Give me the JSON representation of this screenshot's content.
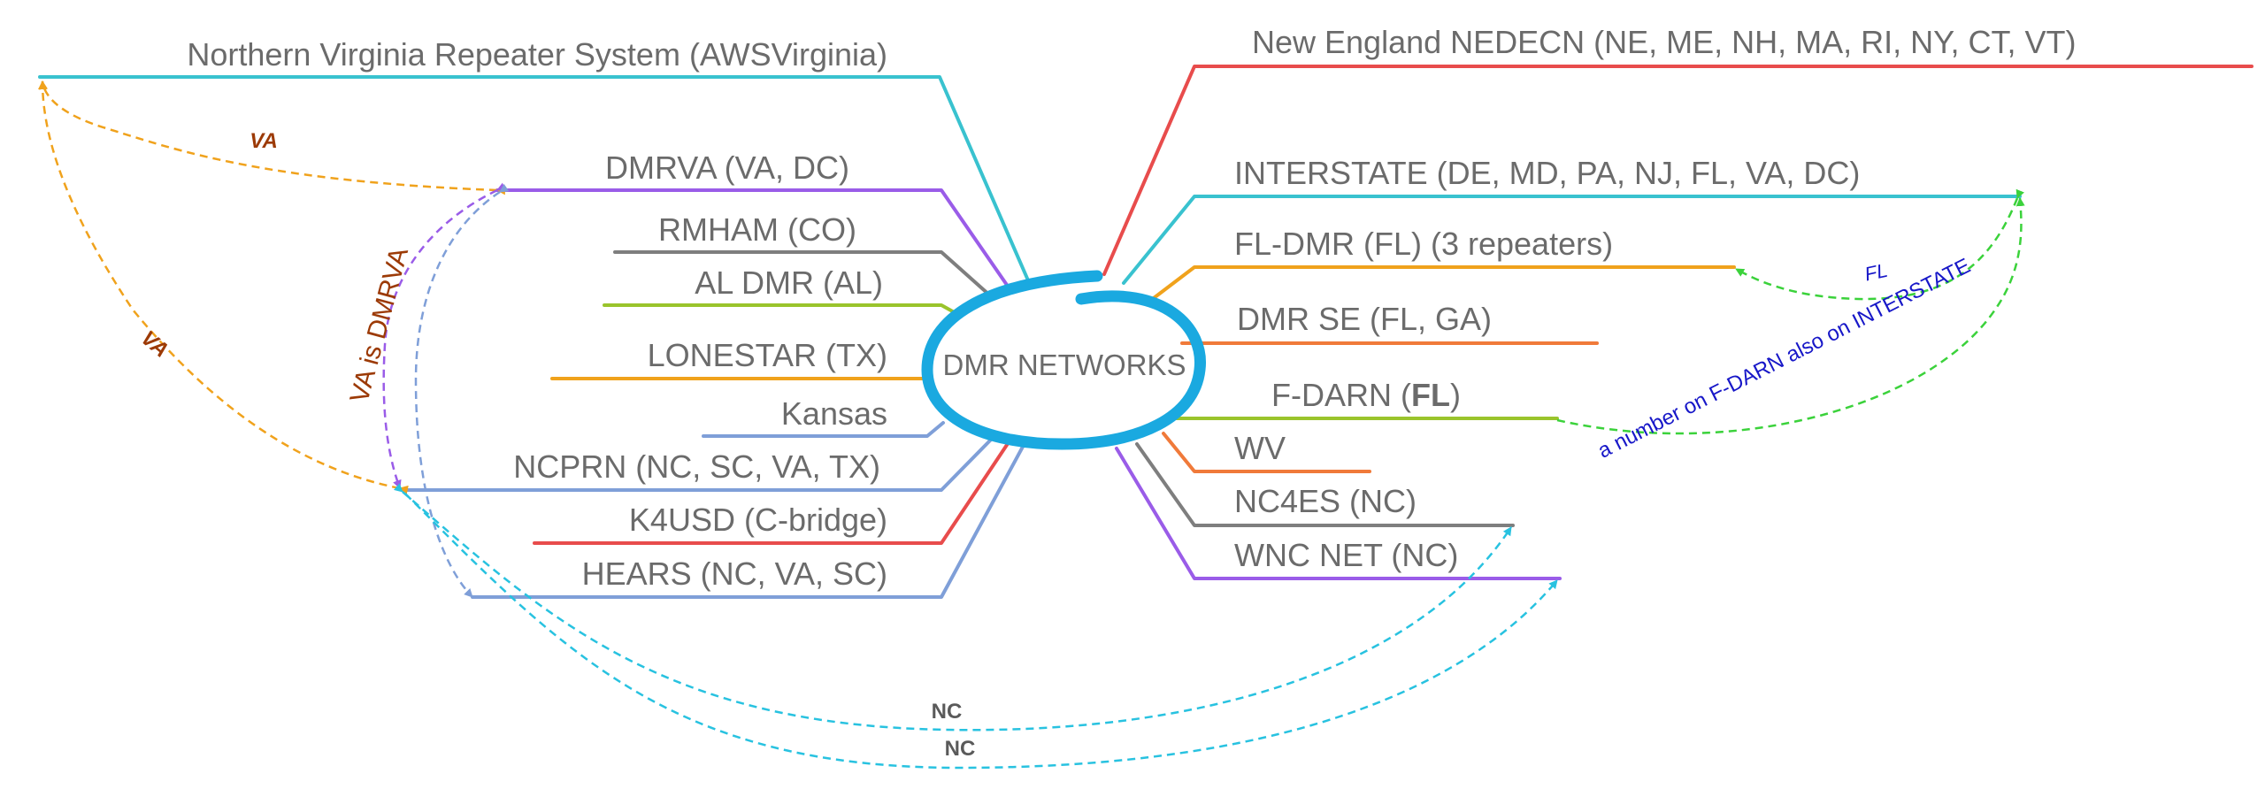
{
  "center": {
    "label": "DMR NETWORKS"
  },
  "colors": {
    "teal": "#39c2cf",
    "purple": "#9a5ce8",
    "gray": "#7e7e7e",
    "lime": "#9ac42c",
    "orange": "#f0a21c",
    "blue": "#7f9fd8",
    "red": "#e84c4c",
    "coral": "#f07a3a",
    "center_ring": "#1aa9e0",
    "va_link": "#f0a21c",
    "va_text": "#9c3a06",
    "dmrva_link": "#9a5ce8",
    "nc_link": "#28c2e0",
    "nc_text": "#5a5a5a",
    "fl_link": "#3bd23b",
    "fl_text": "#1717c8"
  },
  "left_branches": [
    {
      "id": "nvrs",
      "label": "Northern Virginia Repeater System (AWSVirginia)",
      "color": "teal"
    },
    {
      "id": "dmrva",
      "label": "DMRVA (VA, DC)",
      "color": "purple"
    },
    {
      "id": "rmham",
      "label": "RMHAM (CO)",
      "color": "gray"
    },
    {
      "id": "aldmr",
      "label": "AL DMR (AL)",
      "color": "lime"
    },
    {
      "id": "lonestar",
      "label": "LONESTAR (TX)",
      "color": "orange"
    },
    {
      "id": "kansas",
      "label": "Kansas",
      "color": "blue"
    },
    {
      "id": "ncprn",
      "label": "NCPRN (NC, SC, VA, TX)",
      "color": "blue"
    },
    {
      "id": "k4usd",
      "label": "K4USD (C-bridge)",
      "color": "red"
    },
    {
      "id": "hears",
      "label": "HEARS (NC, VA, SC)",
      "color": "blue"
    }
  ],
  "right_branches": [
    {
      "id": "nedecn",
      "label": "New England NEDECN (NE, ME, NH, MA, RI, NY, CT, VT)",
      "color": "red"
    },
    {
      "id": "interstate",
      "label": "INTERSTATE (DE, MD, PA, NJ, FL, VA, DC)",
      "color": "teal"
    },
    {
      "id": "fldmr",
      "label": "FL-DMR (FL) (3 repeaters)",
      "color": "orange"
    },
    {
      "id": "dmrse",
      "label": "DMR SE (FL, GA)",
      "color": "coral"
    },
    {
      "id": "fdarn",
      "label_prefix": "F-DARN (",
      "label_bold": "FL",
      "label_suffix": ")",
      "color": "lime"
    },
    {
      "id": "wv",
      "label": "WV",
      "color": "coral"
    },
    {
      "id": "nc4es",
      "label": "NC4ES (NC)",
      "color": "gray"
    },
    {
      "id": "wncnet",
      "label": "WNC NET (NC)",
      "color": "purple"
    }
  ],
  "relationships": [
    {
      "id": "va-top",
      "label": "VA"
    },
    {
      "id": "va-left",
      "label": "VA"
    },
    {
      "id": "dmrva-alias",
      "label": "VA is DMRVA"
    },
    {
      "id": "nc-1",
      "label": "NC"
    },
    {
      "id": "nc-2",
      "label": "NC"
    },
    {
      "id": "fl",
      "label": "FL"
    },
    {
      "id": "fdarn-interstate",
      "label": "a number on F-DARN also on INTERSTATE"
    }
  ]
}
